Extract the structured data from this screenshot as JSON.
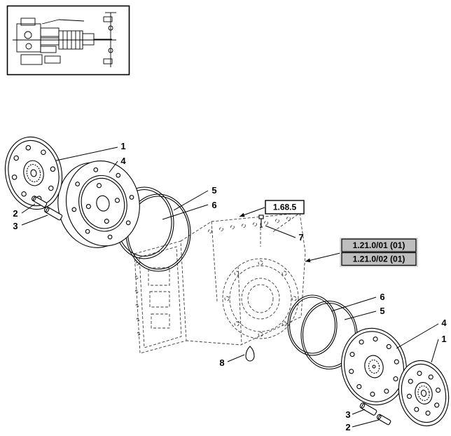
{
  "page": {
    "background": "#ffffff",
    "line_color": "#000000",
    "hidden_line_color": "#3a3a3a",
    "highlight_fill": "#bebebe",
    "highlight_halo": "#d8d8d8"
  },
  "references": {
    "housing": "1.68.5",
    "variants": [
      "1.21.0/01 (01)",
      "1.21.0/02 (01)"
    ]
  },
  "callouts": {
    "left_disc": "1",
    "left_drum": "4",
    "left_pin_short": "2",
    "left_pin_long": "3",
    "left_ring_outer": "5",
    "left_ring_inner": "6",
    "bolt": "7",
    "plug": "8",
    "right_ring_inner": "6",
    "right_ring_outer": "5",
    "right_plate": "4",
    "right_disc": "1",
    "right_pin_long": "3",
    "right_pin_short": "2"
  }
}
